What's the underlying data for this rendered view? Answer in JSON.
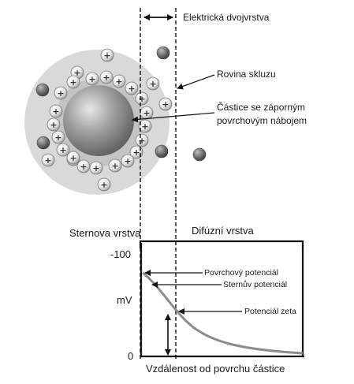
{
  "labels": {
    "double_layer": "Elektrická dvojvrstva",
    "slipping_plane": "Rovina skluzu",
    "particle": [
      "Částice se záporným",
      "povrchovým nábojem"
    ],
    "stern_layer": "Sternova vrstva",
    "diffuse_layer": "Difúzní vrstva",
    "surface_potential": "Povrchový potenciál",
    "stern_potential": "Sternův potenciál",
    "zeta_potential": "Potenciál zeta",
    "y_top": "-100",
    "y_unit": "mV",
    "y_zero": "0",
    "x_axis": "Vzdálenost od povrchu částice"
  },
  "ion_sign": "+",
  "colors": {
    "particle_core": "#8a8a8a",
    "halo": "#d9d9d9",
    "stern_ring": "#b8b8b8",
    "potential_curve": "#8c8c8c",
    "ion_fill": "#ffffff",
    "anion_fill": "#5a5a5a"
  }
}
